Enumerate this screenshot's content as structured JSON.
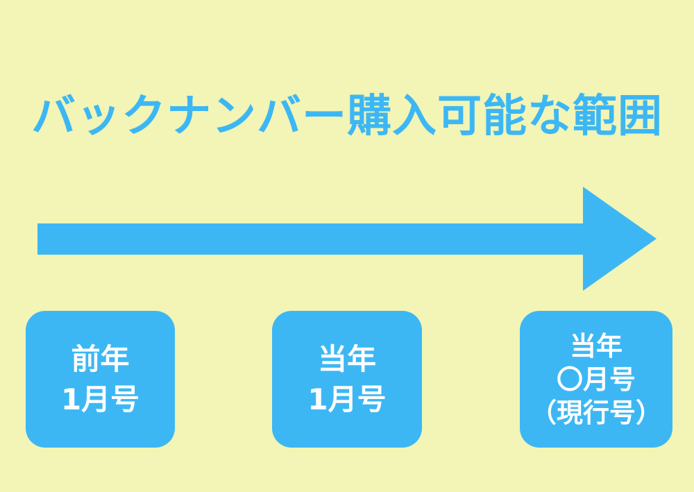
{
  "title": "バックナンバー購入可能な範囲",
  "colors": {
    "background": "#f2f5b6",
    "accent": "#3db7f4",
    "box_text": "#ffffff"
  },
  "timeline": {
    "boxes": [
      {
        "lines": [
          "前年",
          "1月号"
        ]
      },
      {
        "lines": [
          "当年",
          "1月号"
        ]
      },
      {
        "lines": [
          "当年",
          "〇月号",
          "（現行号）"
        ]
      }
    ]
  }
}
